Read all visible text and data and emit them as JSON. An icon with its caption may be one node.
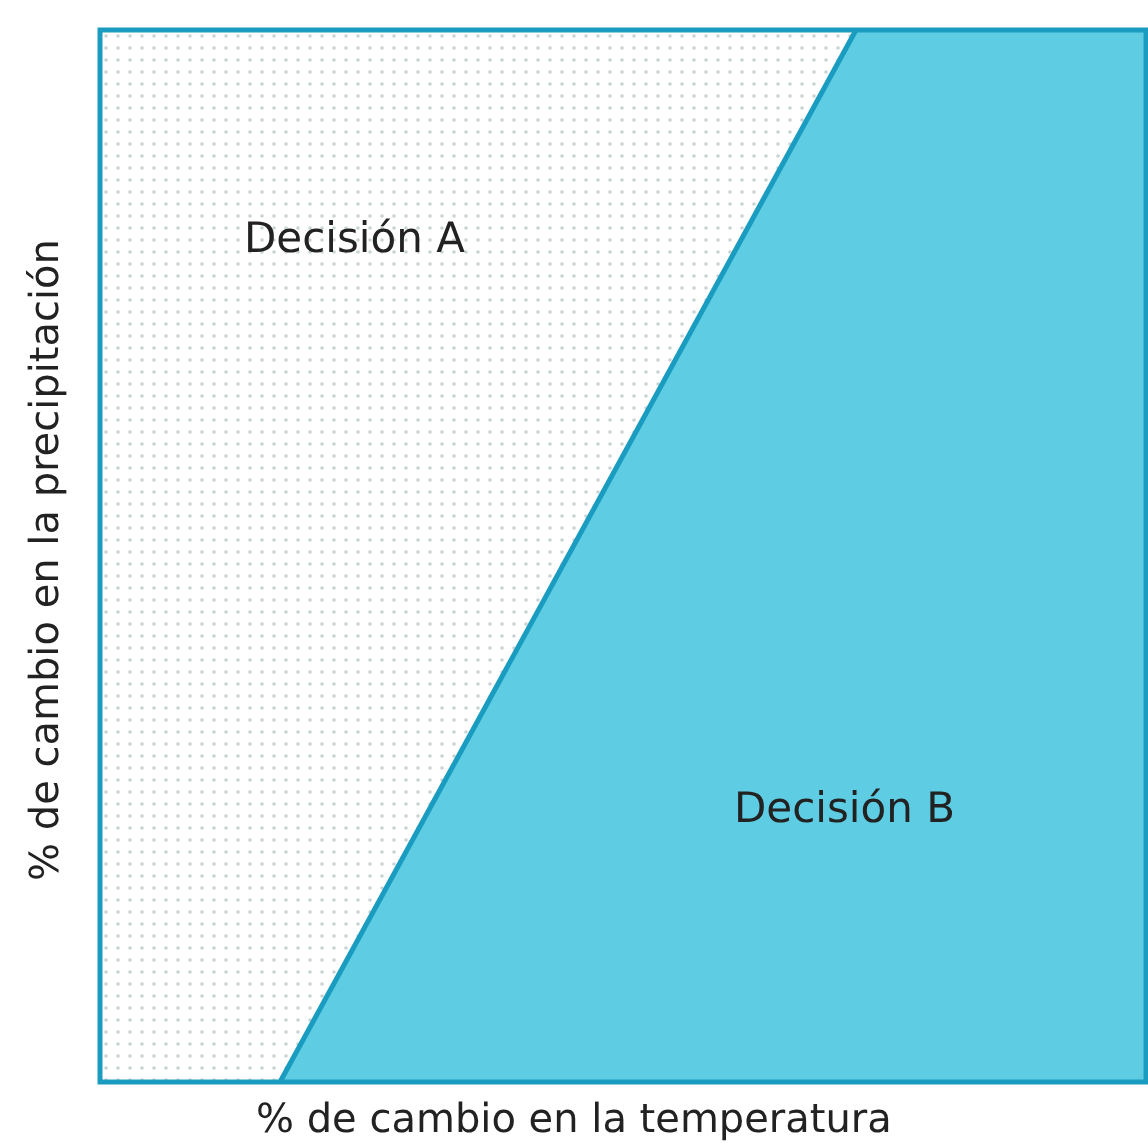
{
  "diagram": {
    "nodes": [
      {
        "text": [
          "Decisión A"
        ]
      },
      {
        "text": [
          "Decisión B"
        ]
      }
    ],
    "labels": [
      "% de cambio en la precipitación",
      "% de cambio en la temperatura"
    ]
  }
}
